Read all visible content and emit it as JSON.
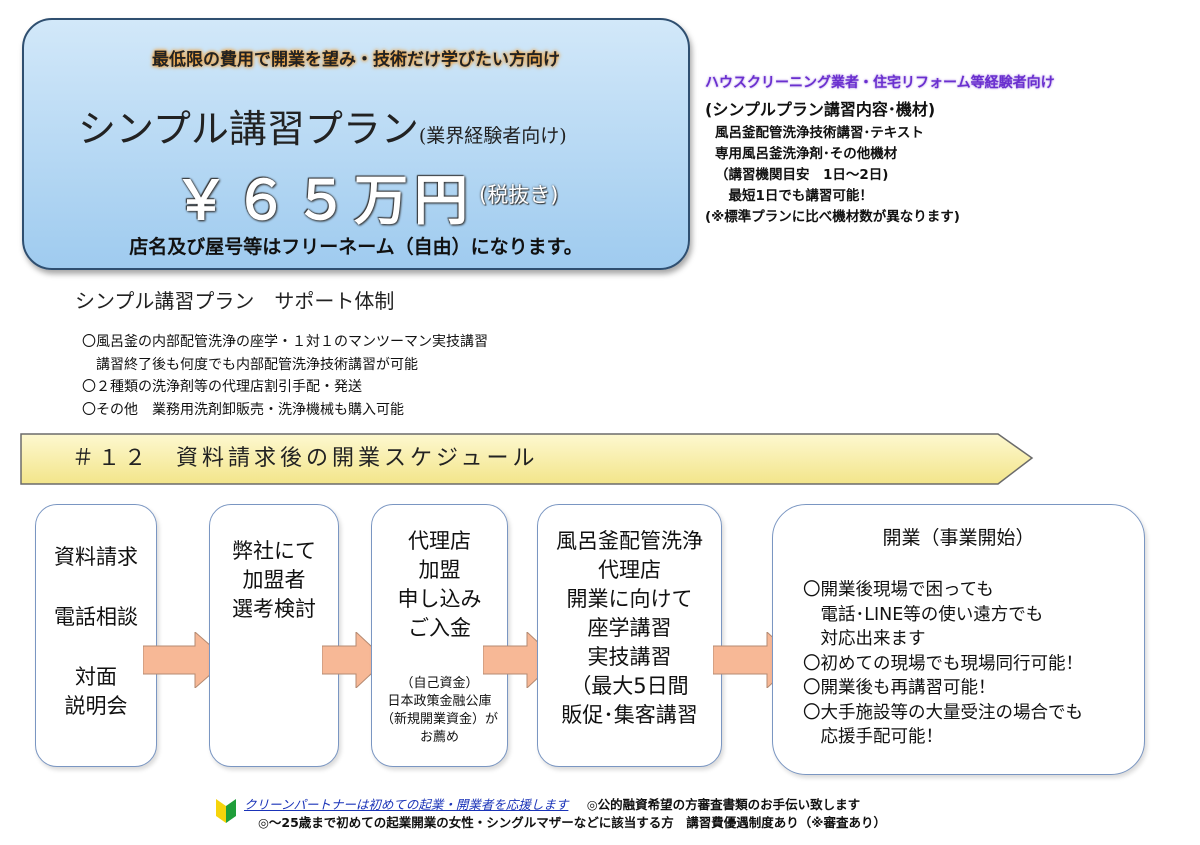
{
  "price_card": {
    "tagline": "最低限の費用で開業を望み・技術だけ学びたい方向け",
    "plan_name": "シンプル講習プラン",
    "plan_sub": "(業界経験者向け)",
    "price": "￥６５万円",
    "tax_note": "(税抜き)",
    "free_name_note": "店名及び屋号等はフリーネーム（自由）になります。"
  },
  "right_info": {
    "target": "ハウスクリーニング業者・住宅リフォーム等経験者向け",
    "heading": "(シンプルプラン講習内容･機材)",
    "items": [
      "風呂釜配管洗浄技術講習･テキスト",
      "専用風呂釜洗浄剤･その他機材",
      "（講習機関目安　1日～2日)",
      "　最短1日でも講習可能！",
      "(※標準プランに比べ機材数が異なります)"
    ]
  },
  "support": {
    "title": "シンプル講習プラン　サポート体制",
    "items": [
      "〇風呂釜の内部配管洗浄の座学・１対１のマンツーマン実技講習",
      "　講習終了後も何度でも内部配管洗浄技術講習が可能",
      "〇２種類の洗浄剤等の代理店割引手配・発送",
      "〇その他　業務用洗剤卸販売・洗浄機械も購入可能"
    ]
  },
  "schedule": {
    "banner": "＃１２　資料請求後の開業スケジュール",
    "step1": [
      "資料請求",
      "電話相談",
      "対面",
      "説明会"
    ],
    "step2": [
      "弊社にて",
      "加盟者",
      "選考検討"
    ],
    "step3": {
      "main": [
        "代理店",
        "加盟",
        "申し込み",
        "ご入金"
      ],
      "note": [
        "（自己資金）",
        "日本政策金融公庫",
        "（新規開業資金）が",
        "お薦め"
      ]
    },
    "step4": [
      "風呂釜配管洗浄",
      "代理店",
      "開業に向けて",
      "座学講習",
      "実技講習",
      "（最大5日間",
      "販促･集客講習"
    ],
    "step5": {
      "title": "開業（事業開始）",
      "benefits": [
        "〇開業後現場で困っても",
        "　電話･LINE等の使い遠方でも",
        "　対応出来ます",
        "〇初めての現場でも現場同行可能！",
        "〇開業後も再講習可能！",
        "〇大手施設等の大量受注の場合でも",
        "　応援手配可能！"
      ]
    }
  },
  "footer": {
    "link_text": "クリーンパートナーは初めての起業・開業者を応援します",
    "note1": "◎公的融資希望の方審査書類のお手伝い致します",
    "note2": "◎～25歳まで初めての起業開業の女性・シングルマザーなどに該当する方　講習費優遇制度あり（※審査あり）"
  },
  "colors": {
    "card_blue": "#a9d1f2",
    "banner_yellow": "#f9f0a8",
    "arrow_orange": "#f7b896",
    "accent_purple": "#6a2fcf",
    "link_blue": "#1a33b8"
  }
}
